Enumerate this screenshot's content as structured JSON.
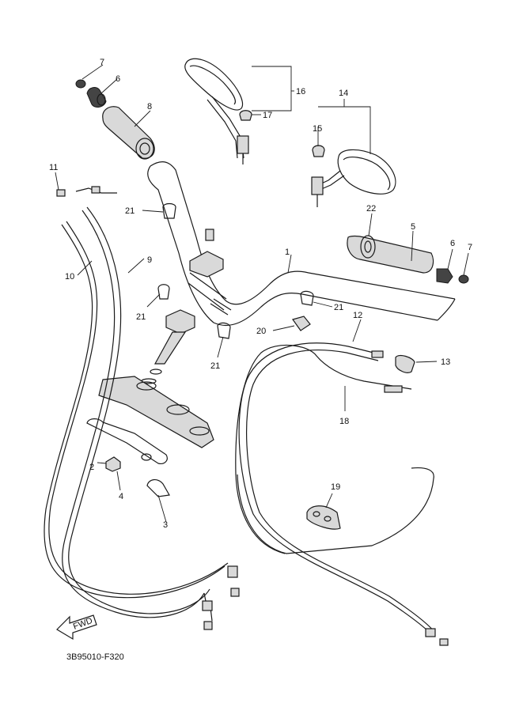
{
  "diagram": {
    "drawing_code": "3B95010-F320",
    "fwd_label": "FWD",
    "callouts": [
      {
        "id": "1",
        "label": "1"
      },
      {
        "id": "2",
        "label": "2"
      },
      {
        "id": "3",
        "label": "3"
      },
      {
        "id": "4",
        "label": "4"
      },
      {
        "id": "5",
        "label": "5"
      },
      {
        "id": "6a",
        "label": "6"
      },
      {
        "id": "6b",
        "label": "6"
      },
      {
        "id": "7a",
        "label": "7"
      },
      {
        "id": "7b",
        "label": "7"
      },
      {
        "id": "8",
        "label": "8"
      },
      {
        "id": "9",
        "label": "9"
      },
      {
        "id": "10",
        "label": "10"
      },
      {
        "id": "11",
        "label": "11"
      },
      {
        "id": "12",
        "label": "12"
      },
      {
        "id": "13",
        "label": "13"
      },
      {
        "id": "14",
        "label": "14"
      },
      {
        "id": "15",
        "label": "15"
      },
      {
        "id": "16",
        "label": "16"
      },
      {
        "id": "17",
        "label": "17"
      },
      {
        "id": "18",
        "label": "18"
      },
      {
        "id": "19",
        "label": "19"
      },
      {
        "id": "20",
        "label": "20"
      },
      {
        "id": "21a",
        "label": "21"
      },
      {
        "id": "21b",
        "label": "21"
      },
      {
        "id": "21c",
        "label": "21"
      },
      {
        "id": "21d",
        "label": "21"
      },
      {
        "id": "22",
        "label": "22"
      }
    ]
  }
}
